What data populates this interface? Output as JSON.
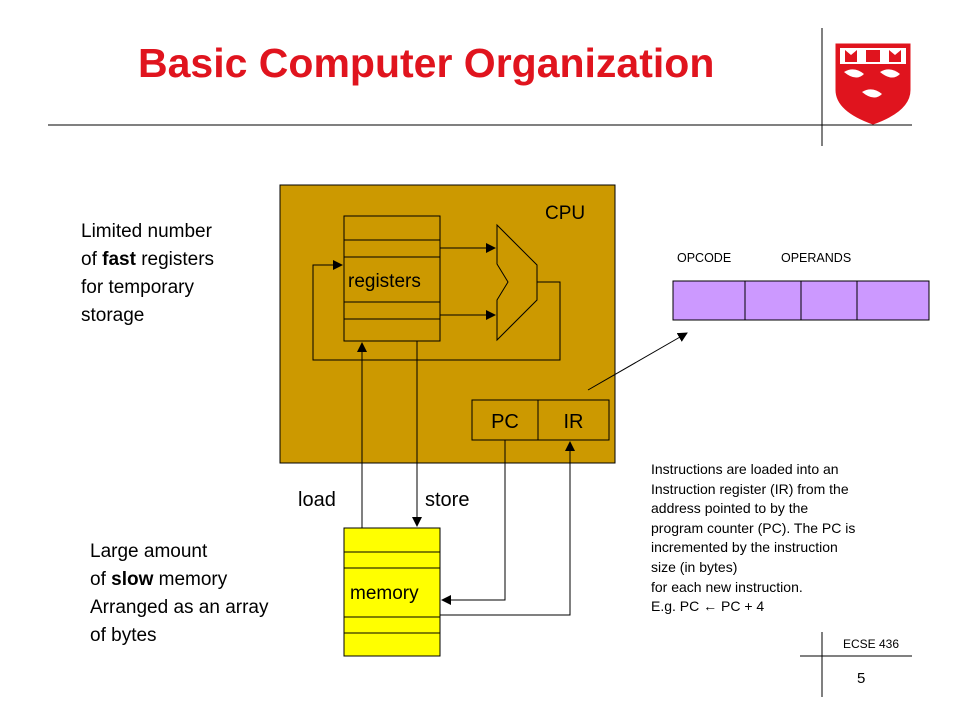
{
  "slide": {
    "title": "Basic Computer Organization",
    "course": "ECSE 436",
    "page_number": "5"
  },
  "diagram": {
    "cpu_label": "CPU",
    "registers_label": "registers",
    "pc_label": "PC",
    "ir_label": "IR",
    "memory_label": "memory",
    "load_label": "load",
    "store_label": "store",
    "opcode_label": "OPCODE",
    "operands_label": "OPERANDS"
  },
  "registers_note": {
    "line1": "Limited number",
    "line2_pre": "of ",
    "line2_bold": "fast",
    "line2_post": " registers",
    "line3": "for temporary",
    "line4": "storage"
  },
  "memory_note": {
    "line1": "Large amount",
    "line2_pre": "of ",
    "line2_bold": "slow",
    "line2_post": " memory",
    "line3": "Arranged as an array",
    "line4": "of bytes"
  },
  "instruction_note": {
    "line1": "Instructions are loaded into an",
    "line2": "Instruction register (IR) from the",
    "line3": "address pointed to by the",
    "line4": "program counter (PC). The PC is",
    "line5": "incremented by the instruction",
    "line6": "size (in bytes)",
    "line7": "for each new instruction.",
    "line8_pre": "E.g. PC ",
    "line8_post": " PC + 4"
  },
  "colors": {
    "title": "#e0141e",
    "cpu_fill": "#cc9900",
    "register_fill": "#cc9900",
    "memory_fill": "#ffff00",
    "instruction_fill": "#cc99ff",
    "crest_red": "#e0141e"
  }
}
